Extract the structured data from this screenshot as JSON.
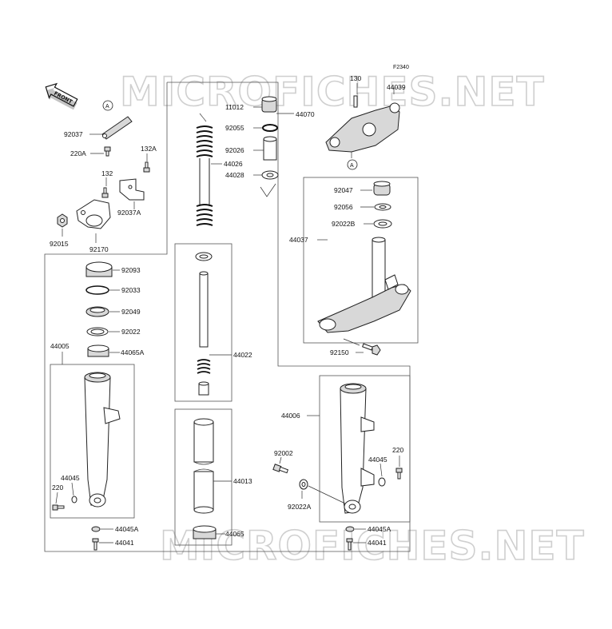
{
  "diagram": {
    "figure_code": "F2340",
    "watermark_top": "MICROFICHES.NET",
    "watermark_bottom": "MICROFICHES.NET",
    "front_label": "FRONT",
    "callout_a": "A",
    "callout_a2": "A",
    "parts": {
      "p130": "130",
      "p44039": "44039",
      "p11012": "11012",
      "p44070": "44070",
      "p92055": "92055",
      "p92026": "92026",
      "p44026": "44026",
      "p44028": "44028",
      "p92037": "92037",
      "p220A": "220A",
      "p132A": "132A",
      "p132": "132",
      "p92037A": "92037A",
      "p92015": "92015",
      "p92170": "92170",
      "p92047": "92047",
      "p92056": "92056",
      "p92022B": "92022B",
      "p44037": "44037",
      "p92150": "92150",
      "p92093": "92093",
      "p92033": "92033",
      "p92049": "92049",
      "p92022": "92022",
      "p44065A": "44065A",
      "p44005": "44005",
      "p44045L": "44045",
      "p220L": "220",
      "p44045AL": "44045A",
      "p44041L": "44041",
      "p44022": "44022",
      "p44013": "44013",
      "p44065": "44065",
      "p44006": "44006",
      "p92002": "92002",
      "p44045R": "44045",
      "p220R": "220",
      "p92022A": "92022A",
      "p44045AR": "44045A",
      "p44041R": "44041"
    }
  }
}
